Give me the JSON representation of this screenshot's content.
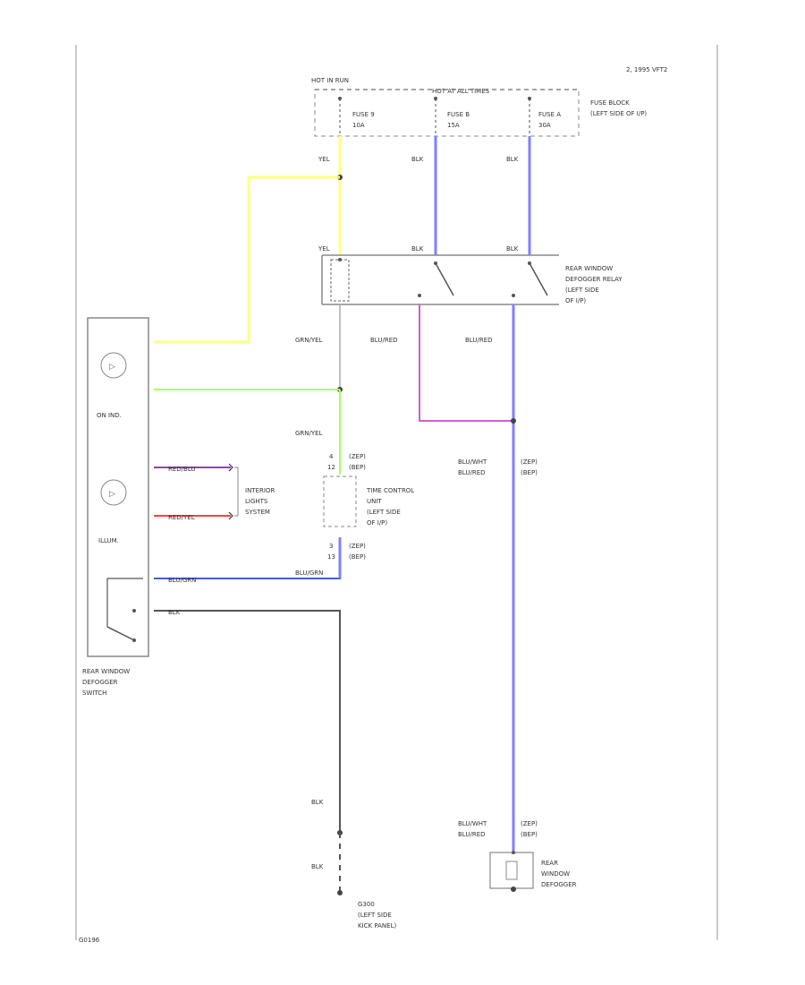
{
  "header": {
    "code": "2, 1995 VFT2"
  },
  "fuse_block": {
    "hot_run": "HOT IN RUN",
    "hot_at_all_times": "HOT AT ALL TIMES",
    "fuses": [
      {
        "name": "FUSE 9",
        "rating": "10A"
      },
      {
        "name": "FUSE B",
        "rating": "15A"
      },
      {
        "name": "FUSE A",
        "rating": "30A"
      }
    ],
    "label": [
      "FUSE BLOCK",
      "(LEFT SIDE OF I/P)"
    ]
  },
  "relay": {
    "label": [
      "REAR WINDOW",
      "DEFOGGER RELAY",
      "(LEFT SIDE",
      "OF I/P)"
    ]
  },
  "wires": {
    "yel": "YEL",
    "blk": "BLK",
    "gry_yel": "GRN/YEL",
    "blu_red": "BLU/RED",
    "blu_wht": "BLU/WHT",
    "blu_grn": "BLU/GRN",
    "red_blu": "RED/BLU",
    "red_yel": "RED/YEL",
    "blu_blk": "BLK"
  },
  "switch": {
    "on_ind": "ON IND.",
    "illum": "ILLUM.",
    "label": [
      "REAR WINDOW",
      "DEFOGGER",
      "SWITCH"
    ]
  },
  "interior_lights": [
    "INTERIOR",
    "LIGHTS",
    "SYSTEM"
  ],
  "time_control": {
    "connector_top": [
      "4",
      "12"
    ],
    "connector_top_codes": [
      "(ZEP)",
      "(BEP)"
    ],
    "connector_bottom": [
      "3",
      "13"
    ],
    "connector_bottom_codes": [
      "(ZEP)",
      "(BEP)"
    ],
    "label": [
      "TIME CONTROL",
      "UNIT",
      "(LEFT SIDE",
      "OF I/P)"
    ]
  },
  "defogger_wire_labels": {
    "mid": [
      "BLU/WHT",
      "BLU/RED"
    ],
    "mid_codes": [
      "(ZEP)",
      "(BEP)"
    ],
    "bottom": [
      "BLU/WHT",
      "BLU/RED"
    ],
    "bottom_codes": [
      "(ZEP)",
      "(BEP)"
    ]
  },
  "ground": {
    "wire_top": "BLK",
    "wire_bottom": "BLK",
    "label": [
      "G300",
      "(LEFT SIDE",
      "KICK PANEL)"
    ]
  },
  "defogger": {
    "label": [
      "REAR",
      "WINDOW",
      "DEFOGGER"
    ]
  },
  "footer": {
    "code": "G0196"
  },
  "colors": {
    "yellow": "#ffff80",
    "blue": "#8080ff",
    "green": "#a8ff60",
    "pink": "#d060d0",
    "purple": "#9040c0",
    "red": "#ff4040",
    "dark_blue": "#4060d0",
    "black": "#555555"
  }
}
